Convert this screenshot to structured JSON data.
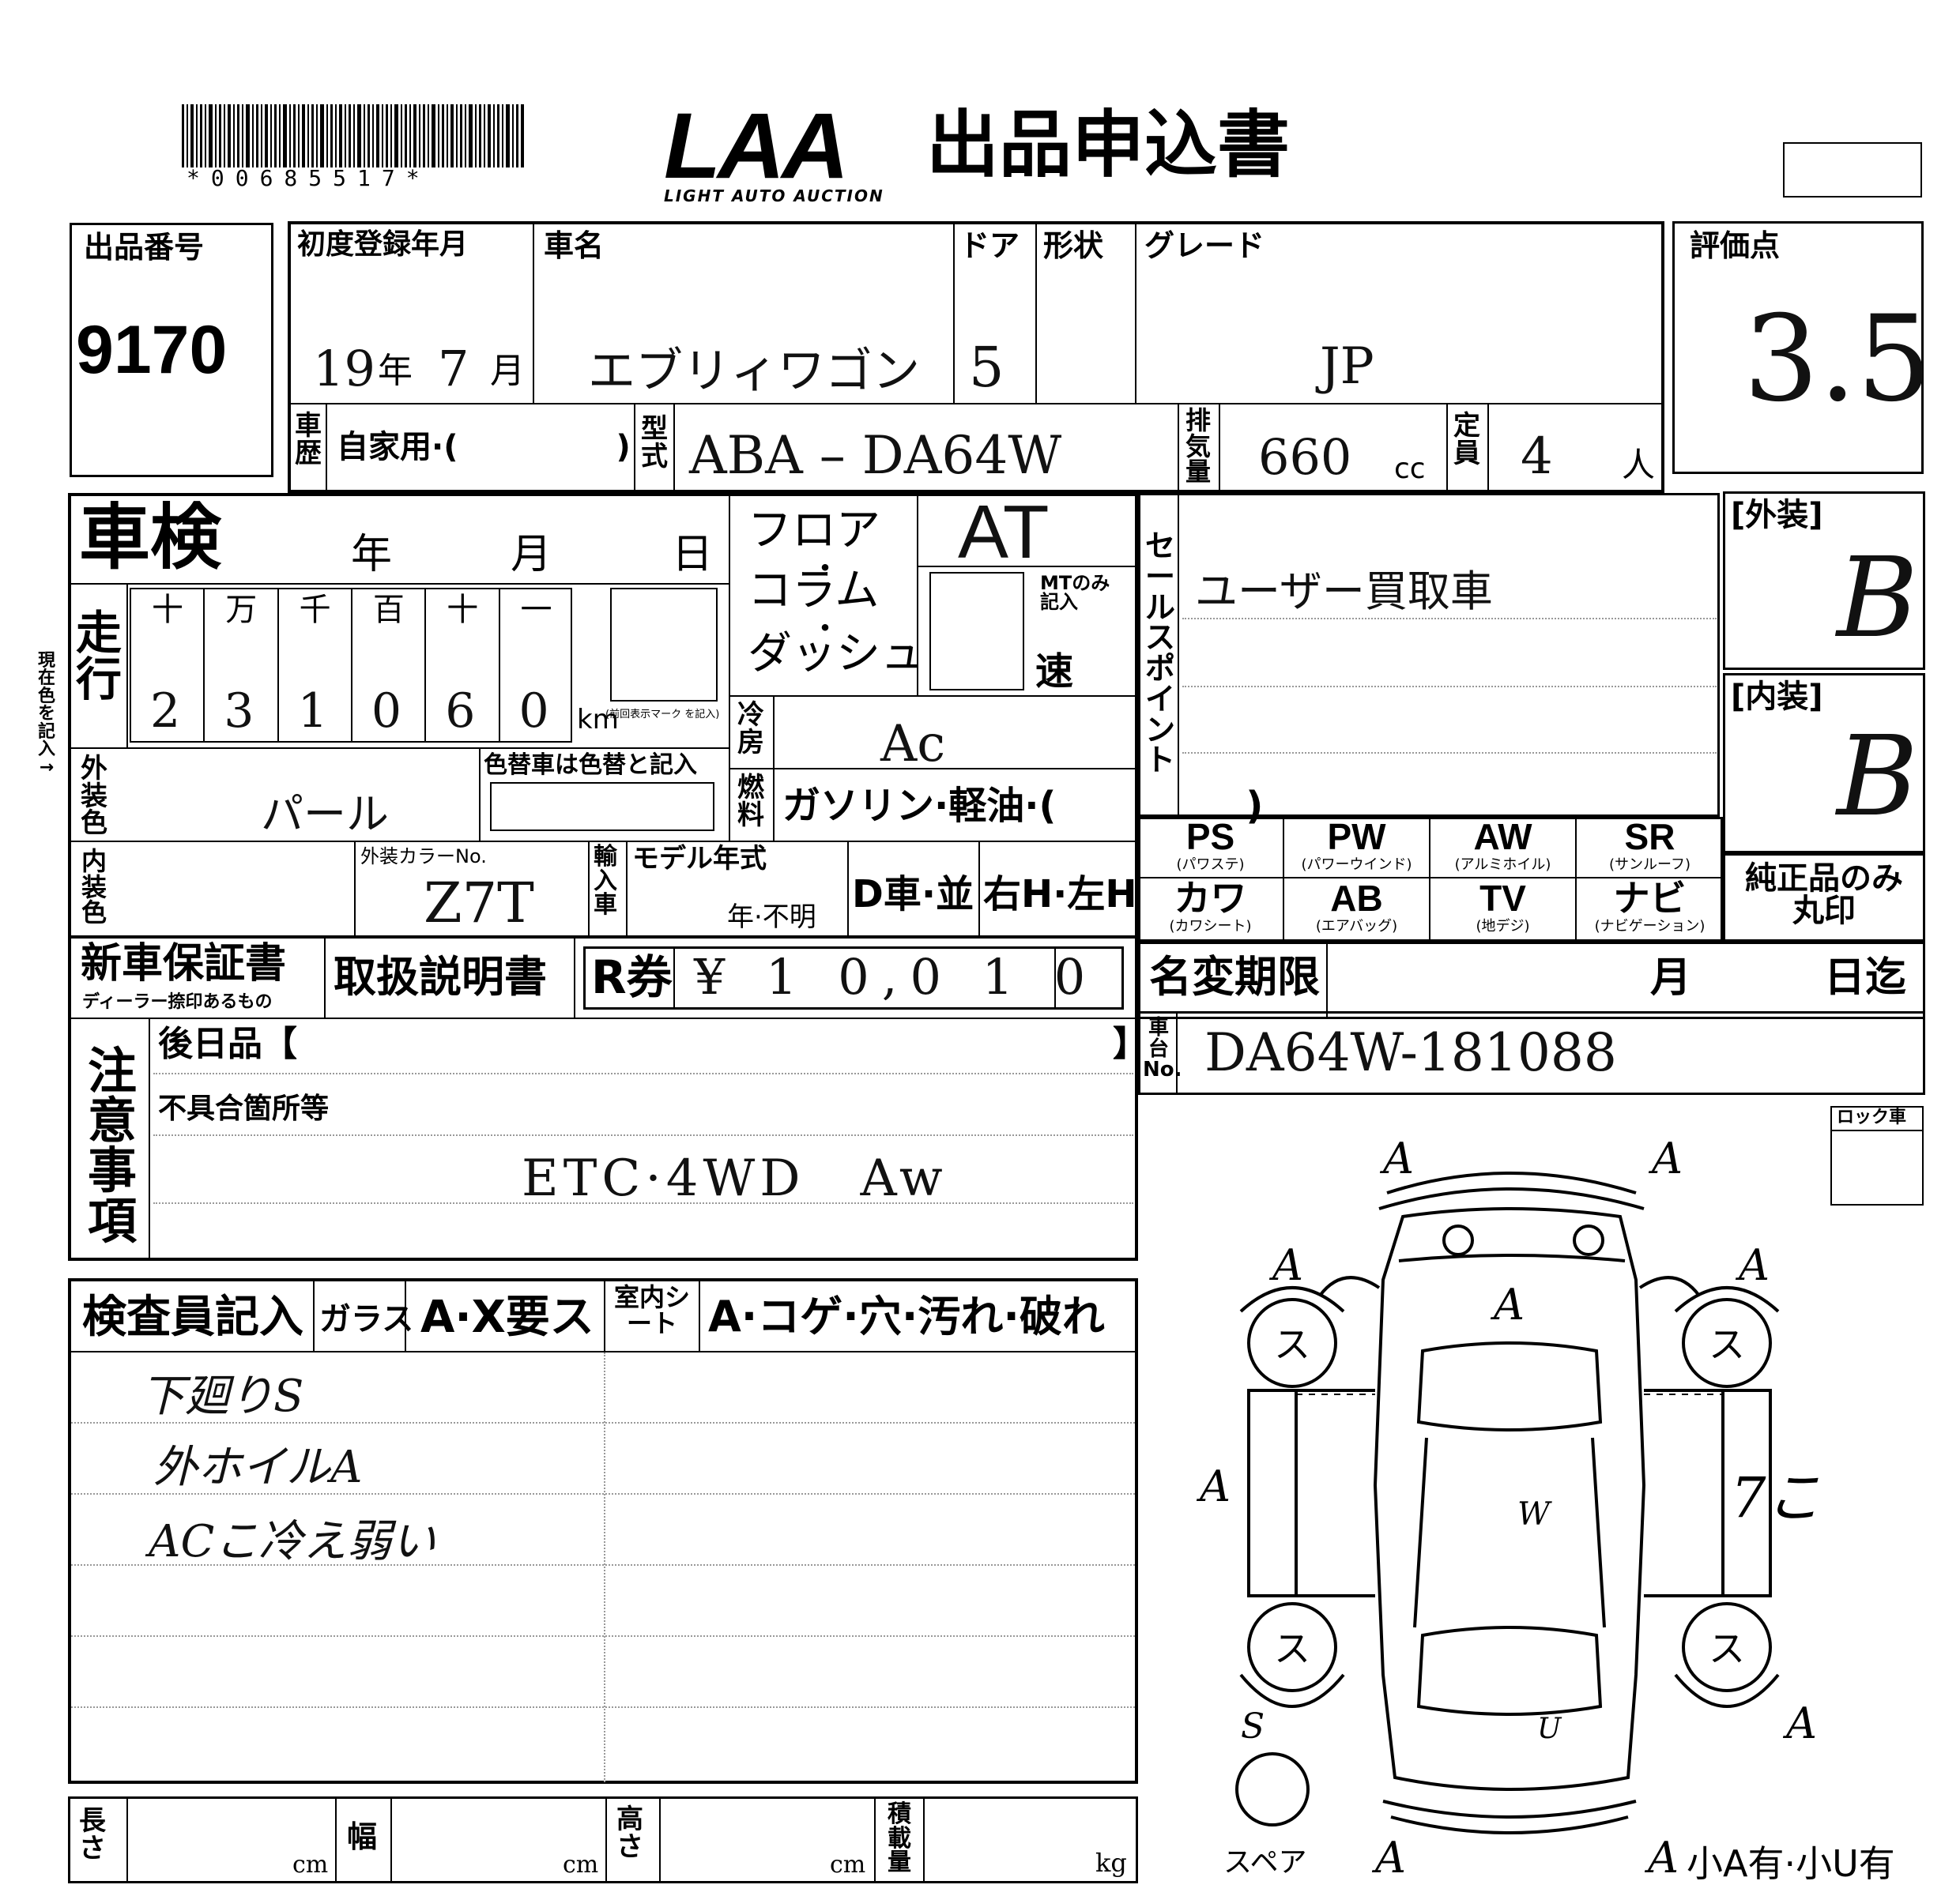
{
  "header": {
    "barcode_number": "*00685517*",
    "logo_text": "LAA",
    "logo_subtitle": "LIGHT AUTO AUCTION",
    "title": "出品申込書"
  },
  "top": {
    "lot_label": "出品番号",
    "lot_value": "9170",
    "first_reg_label": "初度登録年月",
    "first_reg_year": "19",
    "first_reg_year_unit": "年",
    "first_reg_month": "7",
    "first_reg_month_unit": "月",
    "car_name_label": "車名",
    "car_name_value": "エブリィワゴン",
    "door_label": "ドア",
    "door_value": "5",
    "shape_label": "形状",
    "grade_label": "グレード",
    "grade_value": "JP",
    "score_label": "評価点",
    "score_value": "3.5",
    "history_label": "車歴",
    "history_value": "自家用·(　　　　　)",
    "model_label": "型式",
    "model_value": "ABA – DA64W",
    "displacement_label": "排気量",
    "displacement_value": "660",
    "displacement_unit": "cc",
    "capacity_label": "定員",
    "capacity_value": "4",
    "capacity_unit": "人"
  },
  "inspection": {
    "shaken_label": "車検",
    "year_label": "年",
    "month_label": "月",
    "day_label": "日",
    "mileage_label": "走行",
    "digit_headers": [
      "十",
      "万",
      "千",
      "百",
      "十",
      "一"
    ],
    "digits": [
      "2",
      "3",
      "1",
      "0",
      "6",
      "0"
    ],
    "km_label": "km",
    "km_note": "(前回表示マーク を記入)",
    "side_note": "現在色を記入→",
    "floor_label": "フロア",
    "column_label": "コラム",
    "dash_label": "ダッシュ",
    "trans_value": "AT",
    "mt_label": "MTのみ記入",
    "speed_label": "速",
    "ac_label": "冷房",
    "ac_value": "Ac",
    "fuel_label": "燃料",
    "fuel_value": "ガソリン·軽油·(　　　　　)",
    "ext_color_label": "外装色",
    "ext_color_value": "パール",
    "color_change_label": "色替車は色替と記入",
    "int_color_label": "内装色",
    "color_no_label": "外装カラーNo.",
    "color_no_value": "Z7T",
    "import_label": "輸入車",
    "model_year_label": "モデル年式",
    "model_year_unknown": "年·不明",
    "dealer_label": "D車·並",
    "handle_label": "右H·左H"
  },
  "sales": {
    "label": "セールスポイント",
    "value": "ユーザー買取車"
  },
  "grades": {
    "exterior_label": "[外装]",
    "exterior_value": "B",
    "interior_label": "[内装]",
    "interior_value": "B"
  },
  "equipment": [
    {
      "code": "PS",
      "sub": "(パワステ)"
    },
    {
      "code": "PW",
      "sub": "(パワーウインド)"
    },
    {
      "code": "AW",
      "sub": "(アルミホイル)"
    },
    {
      "code": "SR",
      "sub": "(サンルーフ)"
    },
    {
      "code": "カワ",
      "sub": "(カワシート)"
    },
    {
      "code": "AB",
      "sub": "(エアバッグ)"
    },
    {
      "code": "TV",
      "sub": "(地デジ)"
    },
    {
      "code": "ナビ",
      "sub": "(ナビゲーション)"
    }
  ],
  "genuine_label": "純正品のみ 丸印",
  "docs": {
    "warranty_label": "新車保証書",
    "warranty_sub": "ディーラー捺印あるもの",
    "manual_label": "取扱説明書",
    "recycle_label": "R券",
    "recycle_value": "¥ 1 0,0 1 0"
  },
  "name_change": {
    "label": "名変期限",
    "month": "月",
    "day": "日迄"
  },
  "chassis": {
    "label": "車台No.",
    "value": "DA64W-181088"
  },
  "notes": {
    "label": "注意事項",
    "later_label": "後日品【",
    "later_close": "】",
    "defects_label": "不具合箇所等",
    "defects_value": "ETC·4WD　Aw"
  },
  "inspector": {
    "label": "検査員記入",
    "glass_label": "ガラス",
    "glass_value": "A·X要ス",
    "seat_label": "室内シート",
    "seat_value": "A·コゲ·穴·汚れ·破れ",
    "comments": [
      "下廻りS",
      "外ホイルA",
      "ACこ冷え弱い"
    ]
  },
  "dimensions": {
    "length_label": "長さ",
    "width_label": "幅",
    "height_label": "高さ",
    "load_label": "積載量",
    "cm": "cm",
    "kg": "kg"
  },
  "diagram": {
    "lock_label": "ロック車",
    "spare_label": "スペア",
    "footer": "小A有·小U有",
    "marks": [
      "A",
      "A",
      "A",
      "A",
      "A",
      "A",
      "W",
      "7こ",
      "S",
      "A",
      "A",
      "U",
      "A",
      "A",
      "ス",
      "ス",
      "ス",
      "ス"
    ]
  }
}
